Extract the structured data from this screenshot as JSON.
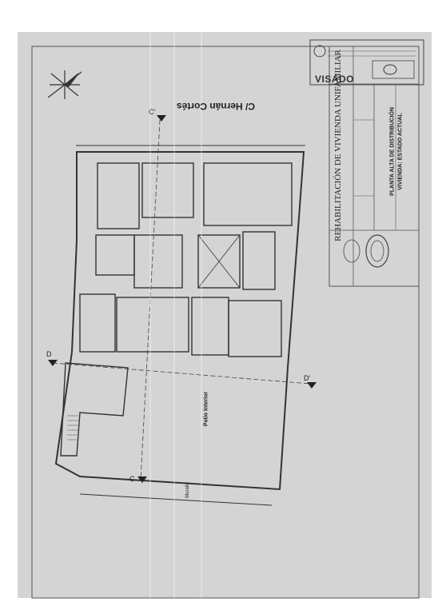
{
  "document": {
    "street_label": "C/ Hernán Cortés",
    "back_street_label": "Muralla",
    "stamp": "VISADO",
    "project_title": "REHABILITACIÓN DE VIVIENDA UNIFAMILIAR",
    "plan_line_1": "PLANTA ALTA DE DISTRIBUCIÓN",
    "plan_line_2": "VIVIENDA: ESTADO ACTUAL",
    "patio_label": "Patio Interior",
    "section_marks": [
      "C",
      "C'",
      "D",
      "D'"
    ]
  },
  "colors": {
    "paper": "#ffffff",
    "scan_gray": "#d4d4d4",
    "ink": "#3a3a3a"
  },
  "icons": [
    "north-arrow-icon",
    "colegio-seal-icon"
  ]
}
